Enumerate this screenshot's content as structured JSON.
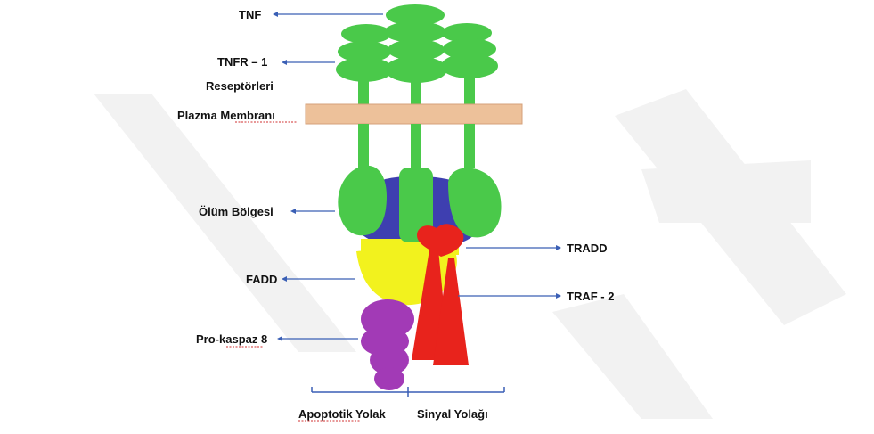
{
  "colors": {
    "receptor_green": "#4ac94a",
    "receptor_green_dark": "#2ea82e",
    "death_domain_blue": "#3e3fb0",
    "fadd_yellow": "#f2f21e",
    "tradd_red": "#e8231c",
    "procaspase_purple": "#a23ab6",
    "membrane": "#edc19a",
    "arrow_blue": "#3a5fb5",
    "watermark_gray": "#f3f3f3"
  },
  "labels": {
    "tnf": "TNF",
    "tnfr1_line1": "TNFR – 1",
    "tnfr1_line2": "Reseptörleri",
    "membrane": "Plazma Membranı",
    "death_domain": "Ölüm Bölgesi",
    "fadd": "FADD",
    "procaspase8": "Pro-kaspaz 8",
    "tradd": "TRADD",
    "traf2": "TRAF - 2"
  },
  "pathways": {
    "apoptotic": "Apoptotik Yolak",
    "signal": "Sinyal Yolağı"
  }
}
